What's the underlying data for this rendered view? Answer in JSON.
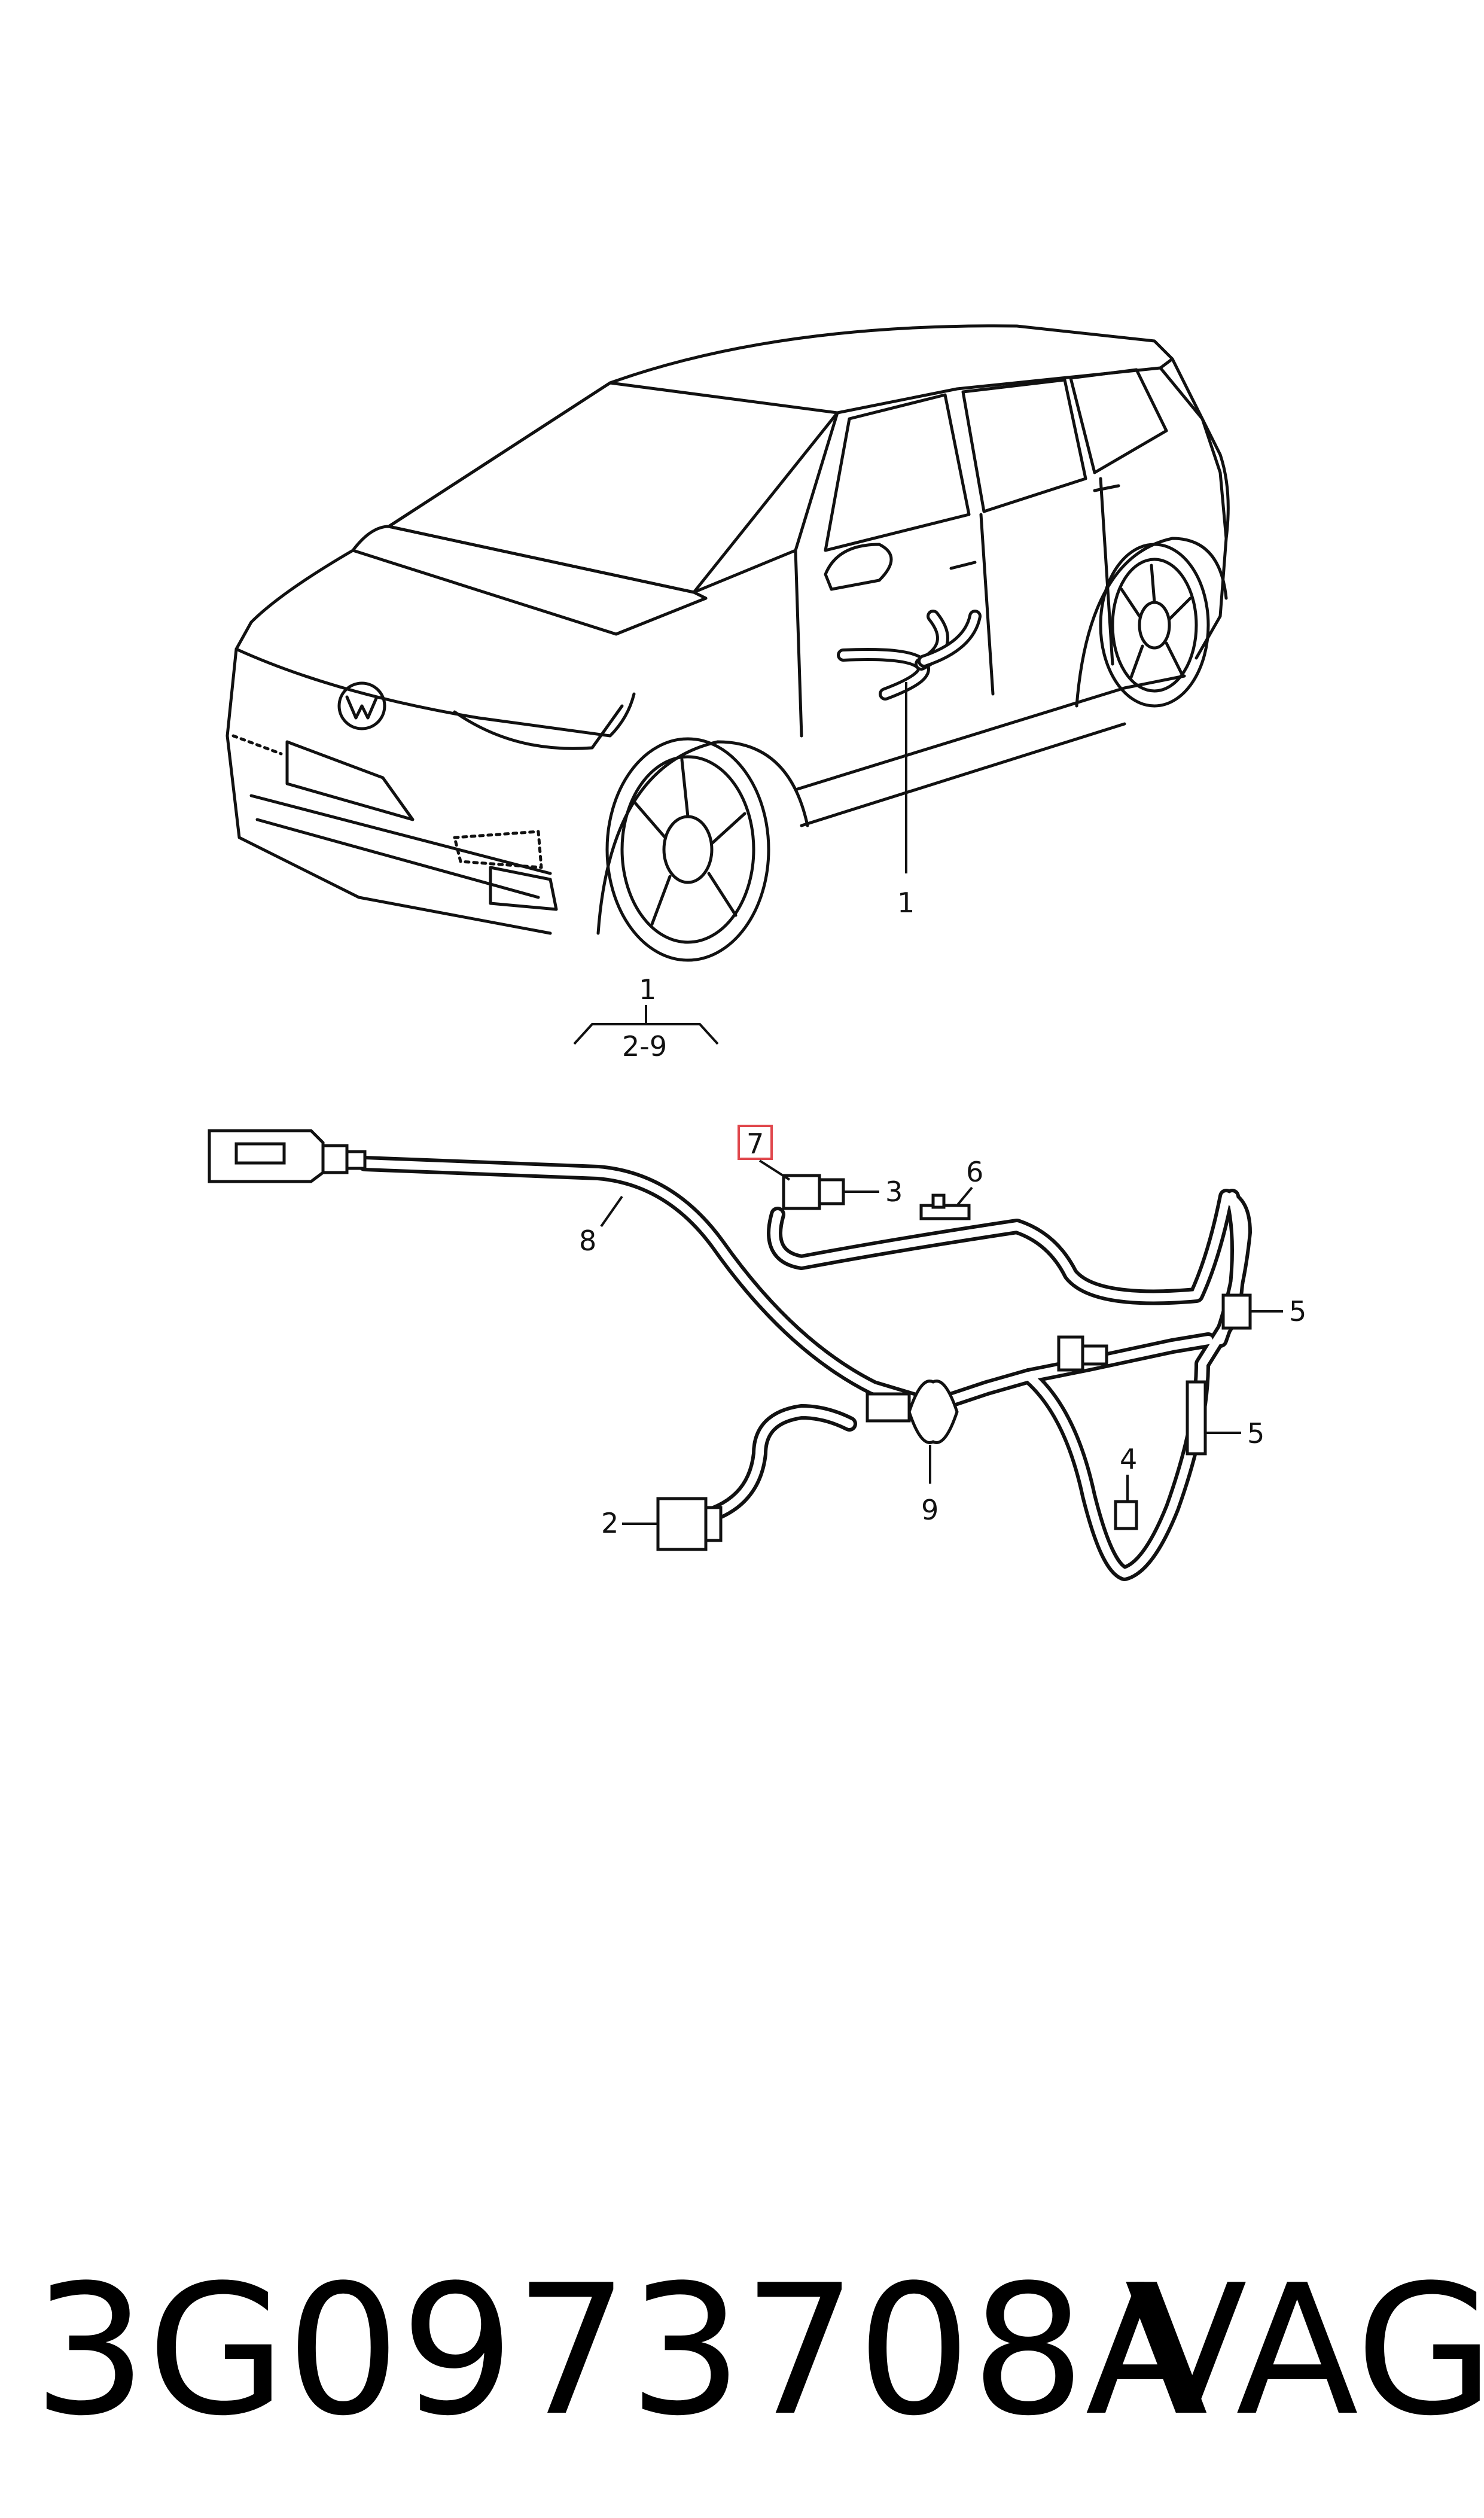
{
  "callouts": {
    "c1_car": "1",
    "c1_group": "1",
    "c2_9": "2-9",
    "c2": "2",
    "c3": "3",
    "c4": "4",
    "c5a": "5",
    "c5b": "5",
    "c6": "6",
    "c7": "7",
    "c8": "8",
    "c9": "9"
  },
  "highlight_color": "#e0474c",
  "part_number": "3G0973708A",
  "brand": "VAG"
}
